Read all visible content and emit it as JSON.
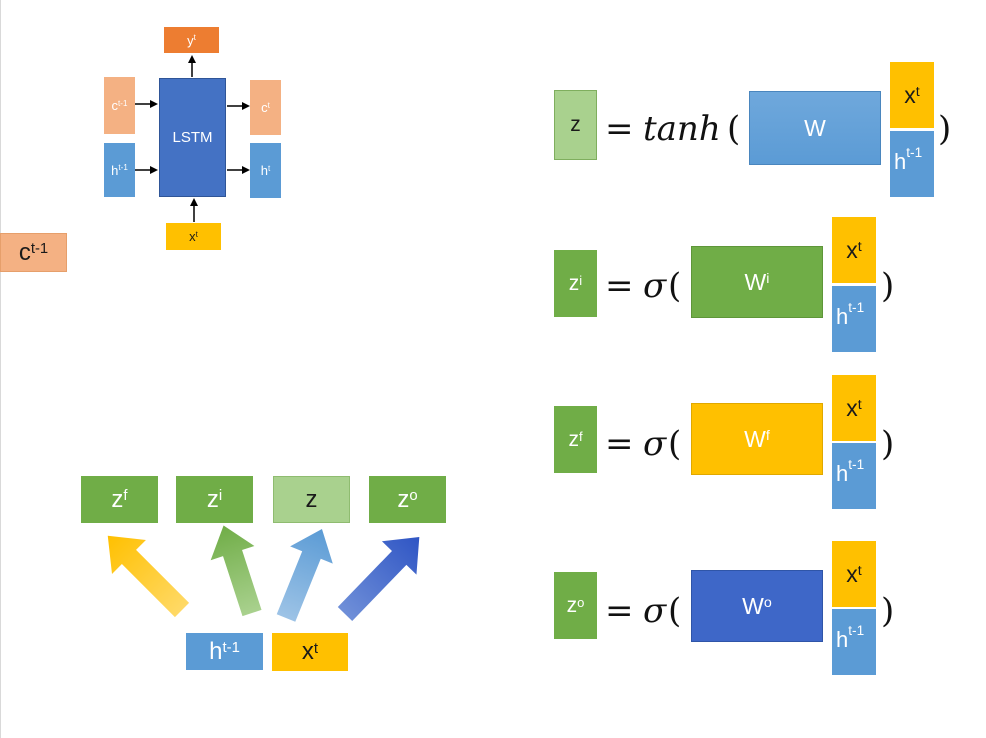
{
  "colors": {
    "lstm_blue": "#4472C4",
    "light_blue": "#5B9BD5",
    "orange": "#ED7D31",
    "salmon": "#F4B183",
    "gold": "#FFC000",
    "green": "#70AD47",
    "light_green": "#A9D18E",
    "dark_blue": "#4472C4"
  },
  "lstm_cell": {
    "center_label": "LSTM",
    "y_out": {
      "base": "y",
      "sup": "t"
    },
    "c_in": {
      "base": "c",
      "sup": "t-1"
    },
    "c_out": {
      "base": "c",
      "sup": "t"
    },
    "h_in": {
      "base": "h",
      "sup": "t-1"
    },
    "h_out": {
      "base": "h",
      "sup": "t"
    },
    "x_in": {
      "base": "x",
      "sup": "t"
    }
  },
  "cell_state": {
    "base": "c",
    "sup": "t-1"
  },
  "gates_diagram": {
    "outputs": [
      {
        "base": "z",
        "sup": "f"
      },
      {
        "base": "z",
        "sup": "i"
      },
      {
        "base": "z",
        "sup": ""
      },
      {
        "base": "z",
        "sup": "o"
      }
    ],
    "inputs": [
      {
        "base": "h",
        "sup": "t-1"
      },
      {
        "base": "x",
        "sup": "t"
      }
    ]
  },
  "equations": [
    {
      "lhs": {
        "base": "z",
        "sup": ""
      },
      "eq": "=",
      "func": "tanh",
      "paren_open": "(",
      "paren_close": ")",
      "weight": {
        "base": "W",
        "sup": ""
      },
      "x": {
        "base": "x",
        "sup": "t"
      },
      "h": {
        "base": "h",
        "sup": "t-1"
      }
    },
    {
      "lhs": {
        "base": "z",
        "sup": "i"
      },
      "eq": "=",
      "func": "σ",
      "paren_open": "(",
      "paren_close": ")",
      "weight": {
        "base": "W",
        "sup": "i"
      },
      "x": {
        "base": "x",
        "sup": "t"
      },
      "h": {
        "base": "h",
        "sup": "t-1"
      }
    },
    {
      "lhs": {
        "base": "z",
        "sup": "f"
      },
      "eq": "=",
      "func": "σ",
      "paren_open": "(",
      "paren_close": ")",
      "weight": {
        "base": "W",
        "sup": "f"
      },
      "x": {
        "base": "x",
        "sup": "t"
      },
      "h": {
        "base": "h",
        "sup": "t-1"
      }
    },
    {
      "lhs": {
        "base": "z",
        "sup": "o"
      },
      "eq": "=",
      "func": "σ",
      "paren_open": "(",
      "paren_close": ")",
      "weight": {
        "base": "W",
        "sup": "o"
      },
      "x": {
        "base": "x",
        "sup": "t"
      },
      "h": {
        "base": "h",
        "sup": "t-1"
      }
    }
  ]
}
